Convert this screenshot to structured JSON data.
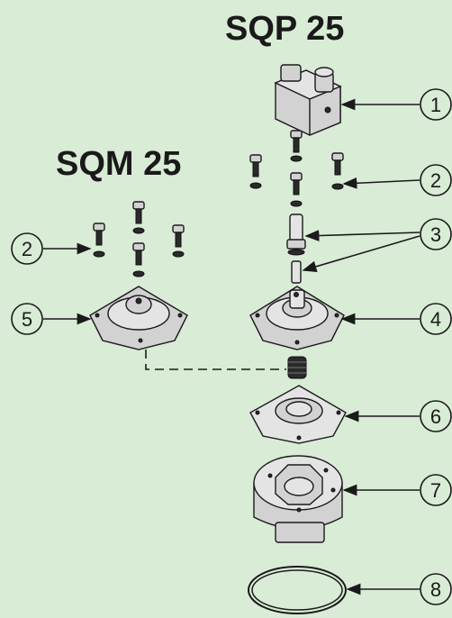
{
  "titles": {
    "sqp": "SQP 25",
    "sqm": "SQM 25"
  },
  "callouts": [
    {
      "label": "1"
    },
    {
      "label": "2"
    },
    {
      "label": "3"
    },
    {
      "label": "4"
    },
    {
      "label": "6"
    },
    {
      "label": "7"
    },
    {
      "label": "8"
    },
    {
      "label": "2"
    },
    {
      "label": "5"
    }
  ],
  "colors": {
    "background": "#d9ecd6",
    "ink": "#1a1a1a",
    "part_fill": "#d2d2d2"
  }
}
